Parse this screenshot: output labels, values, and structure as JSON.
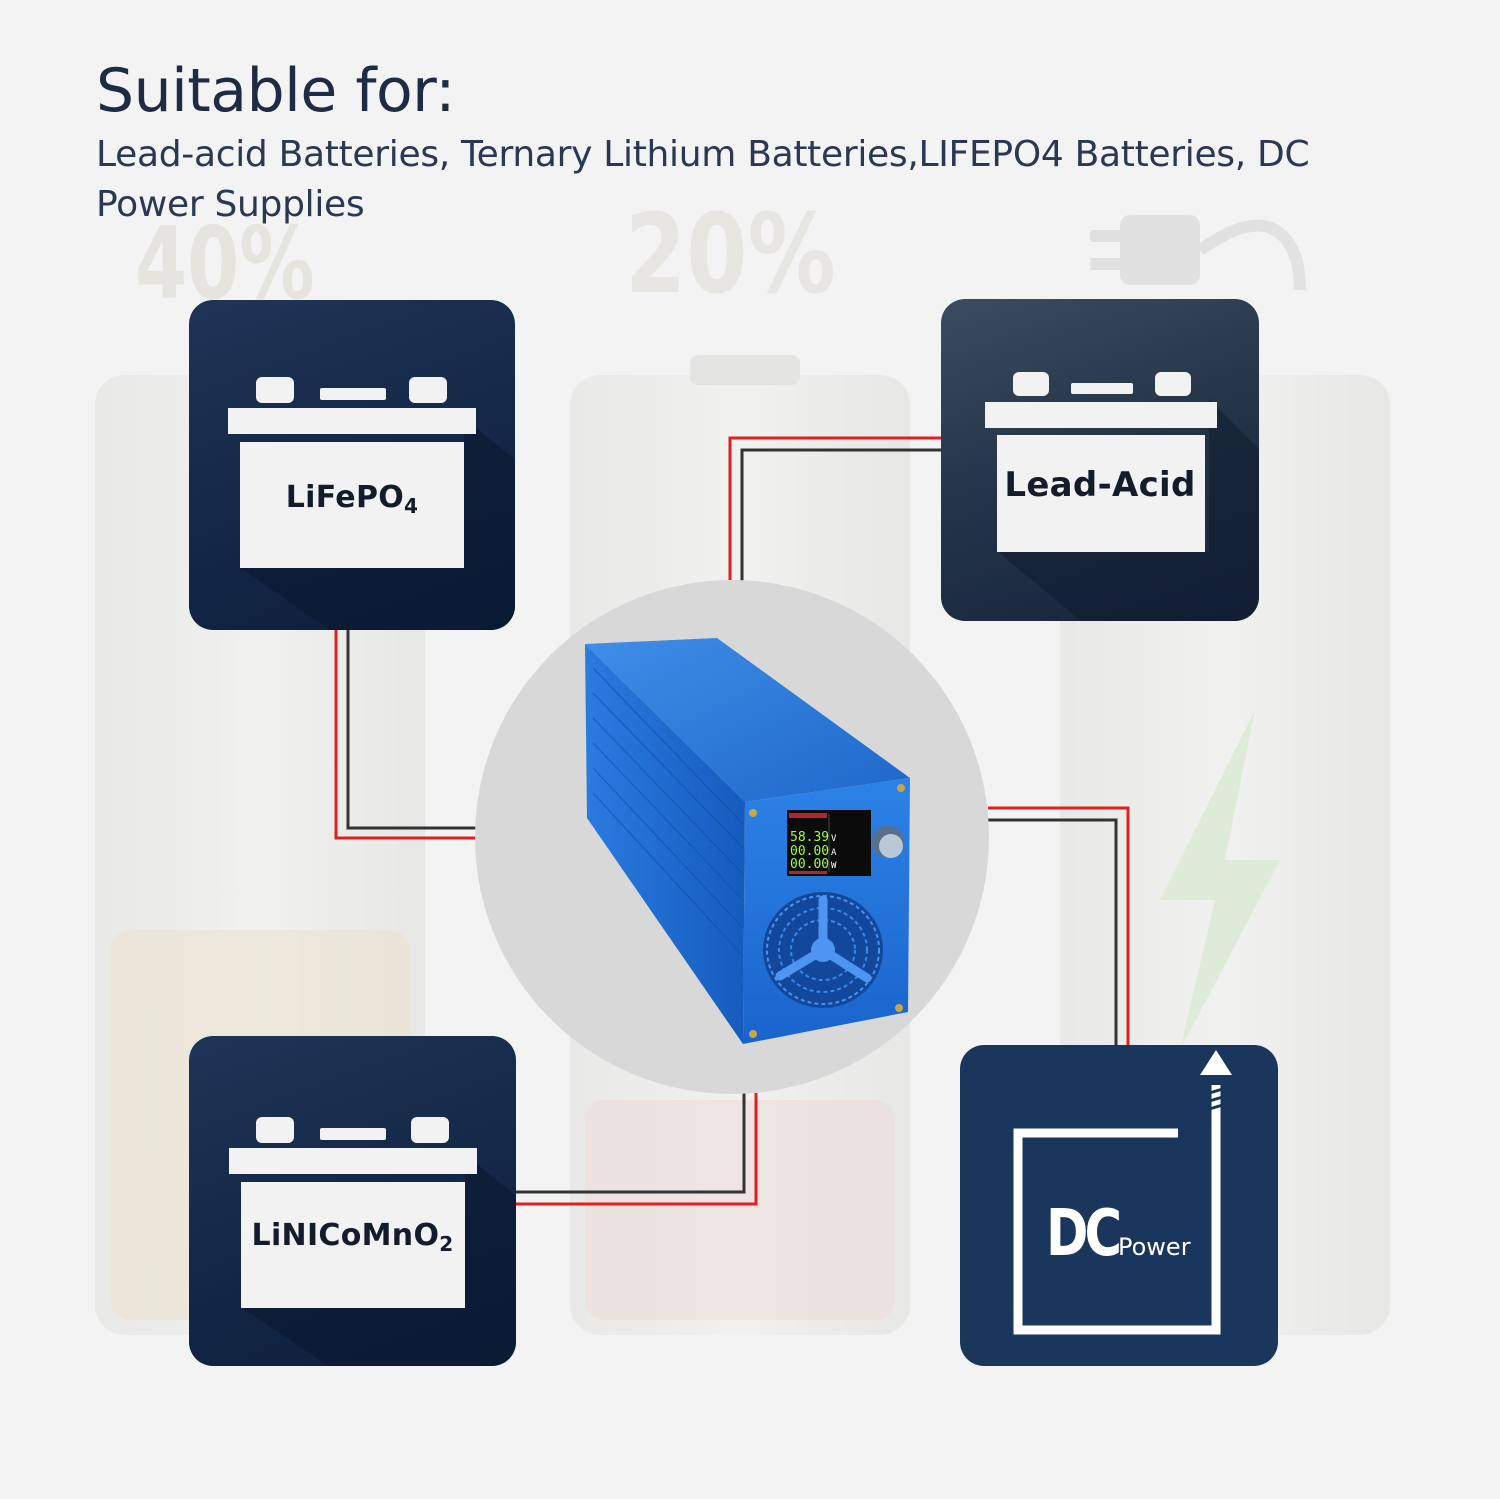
{
  "heading": "Suitable for:",
  "subtitle": "Lead-acid Batteries, Ternary Lithium Batteries,LIFEPO4 Batteries, DC Power Supplies",
  "background": {
    "left_percent": "40%",
    "mid_percent": "20%"
  },
  "tiles": {
    "lifepo4": {
      "label_main": "LiFePO",
      "label_sub": "4"
    },
    "lead_acid": {
      "label": "Lead-Acid"
    },
    "linicomno2": {
      "label_main": "LiNICoMnO",
      "label_sub": "2"
    },
    "dc_power": {
      "big": "DC",
      "small": "Power"
    }
  },
  "device": {
    "voltage": "58.39",
    "voltage_unit": "V",
    "current": "00.00",
    "current_unit": "A",
    "power": "00.00",
    "power_unit": "W"
  },
  "colors": {
    "tile_dark": "#132746",
    "tile_dc": "#1b365d",
    "wire_red": "#e02020",
    "wire_black": "#333333",
    "device_blue": "#1f6fd6"
  }
}
